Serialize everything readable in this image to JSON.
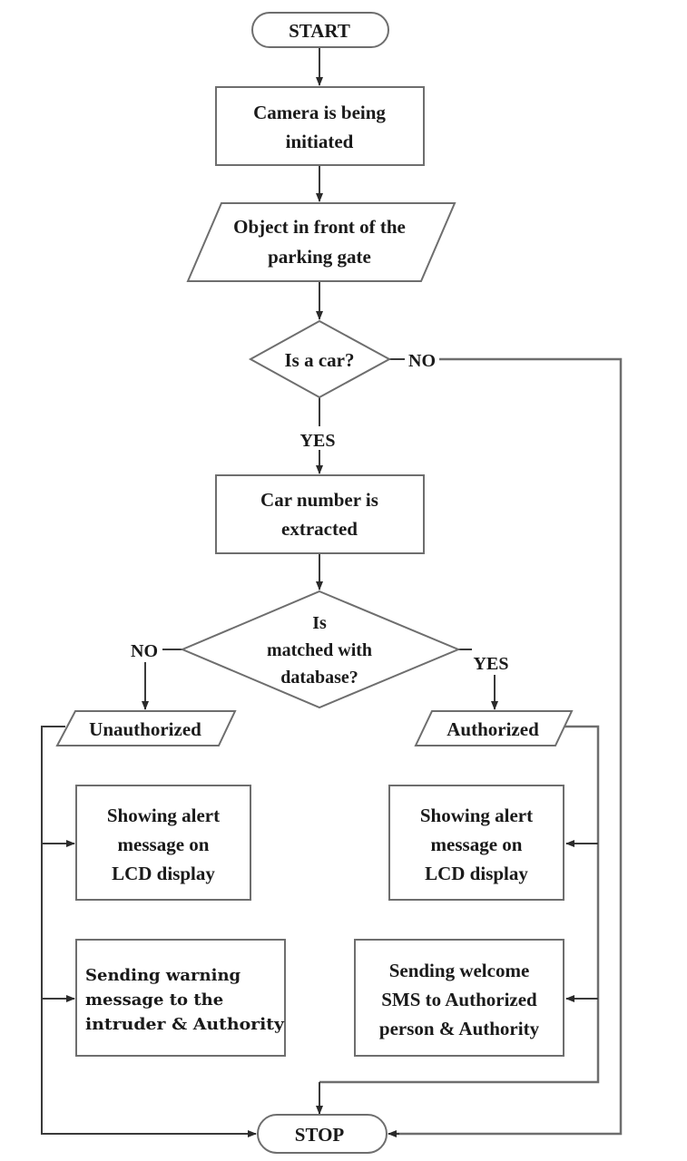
{
  "diagram": {
    "type": "flowchart",
    "nodes": {
      "start": {
        "kind": "terminator",
        "text": "START"
      },
      "camera": {
        "kind": "process",
        "lines": [
          "Camera is being",
          "initiated"
        ]
      },
      "object": {
        "kind": "input-output",
        "lines": [
          "Object in front of the",
          "parking gate"
        ]
      },
      "is_car": {
        "kind": "decision",
        "text": "Is a car?"
      },
      "extract": {
        "kind": "process",
        "lines": [
          "Car number is",
          "extracted"
        ]
      },
      "matched": {
        "kind": "decision",
        "lines": [
          "Is",
          "matched with",
          "database?"
        ]
      },
      "unauthorized": {
        "kind": "input-output",
        "text": "Unauthorized"
      },
      "authorized": {
        "kind": "input-output",
        "text": "Authorized"
      },
      "alert_left": {
        "kind": "process",
        "lines": [
          "Showing alert",
          "message on",
          "LCD display"
        ]
      },
      "alert_right": {
        "kind": "process",
        "lines": [
          "Showing alert",
          "message on",
          "LCD display"
        ]
      },
      "warning": {
        "kind": "process",
        "lines": [
          "Sending warning",
          "message to the",
          "intruder & Authority"
        ]
      },
      "welcome": {
        "kind": "process",
        "lines": [
          "Sending welcome",
          "SMS to Authorized",
          "person & Authority"
        ]
      },
      "stop": {
        "kind": "terminator",
        "text": "STOP"
      }
    },
    "edge_labels": {
      "is_car_no": "NO",
      "is_car_yes": "YES",
      "matched_no": "NO",
      "matched_yes": "YES"
    },
    "edges": [
      {
        "from": "start",
        "to": "camera"
      },
      {
        "from": "camera",
        "to": "object"
      },
      {
        "from": "object",
        "to": "is_car"
      },
      {
        "from": "is_car",
        "to": "extract",
        "label": "YES"
      },
      {
        "from": "is_car",
        "to": "stop",
        "label": "NO"
      },
      {
        "from": "extract",
        "to": "matched"
      },
      {
        "from": "matched",
        "to": "unauthorized",
        "label": "NO"
      },
      {
        "from": "matched",
        "to": "authorized",
        "label": "YES"
      },
      {
        "from": "unauthorized",
        "to": "alert_left"
      },
      {
        "from": "unauthorized",
        "to": "warning"
      },
      {
        "from": "unauthorized",
        "to": "stop"
      },
      {
        "from": "authorized",
        "to": "alert_right"
      },
      {
        "from": "authorized",
        "to": "welcome"
      },
      {
        "from": "authorized",
        "to": "stop"
      }
    ],
    "colors": {
      "shape_stroke": "#6e6e6e",
      "connector": "#3a3a3a",
      "text": "#1a1a1a",
      "background": "#ffffff"
    }
  }
}
